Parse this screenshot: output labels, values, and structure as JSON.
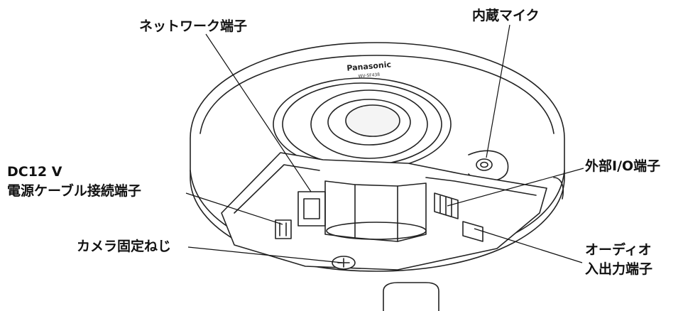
{
  "product": {
    "brand": "Panasonic",
    "model": "WV-SF438"
  },
  "callouts": {
    "network_terminal": "ネットワーク端子",
    "built_in_mic": "内蔵マイク",
    "dc12v_line1": "DC12 V",
    "dc12v_line2": "電源ケーブル接続端子",
    "external_io": "外部I/O端子",
    "camera_screw": "カメラ固定ねじ",
    "audio_line1": "オーディオ",
    "audio_line2": "入出力端子"
  }
}
